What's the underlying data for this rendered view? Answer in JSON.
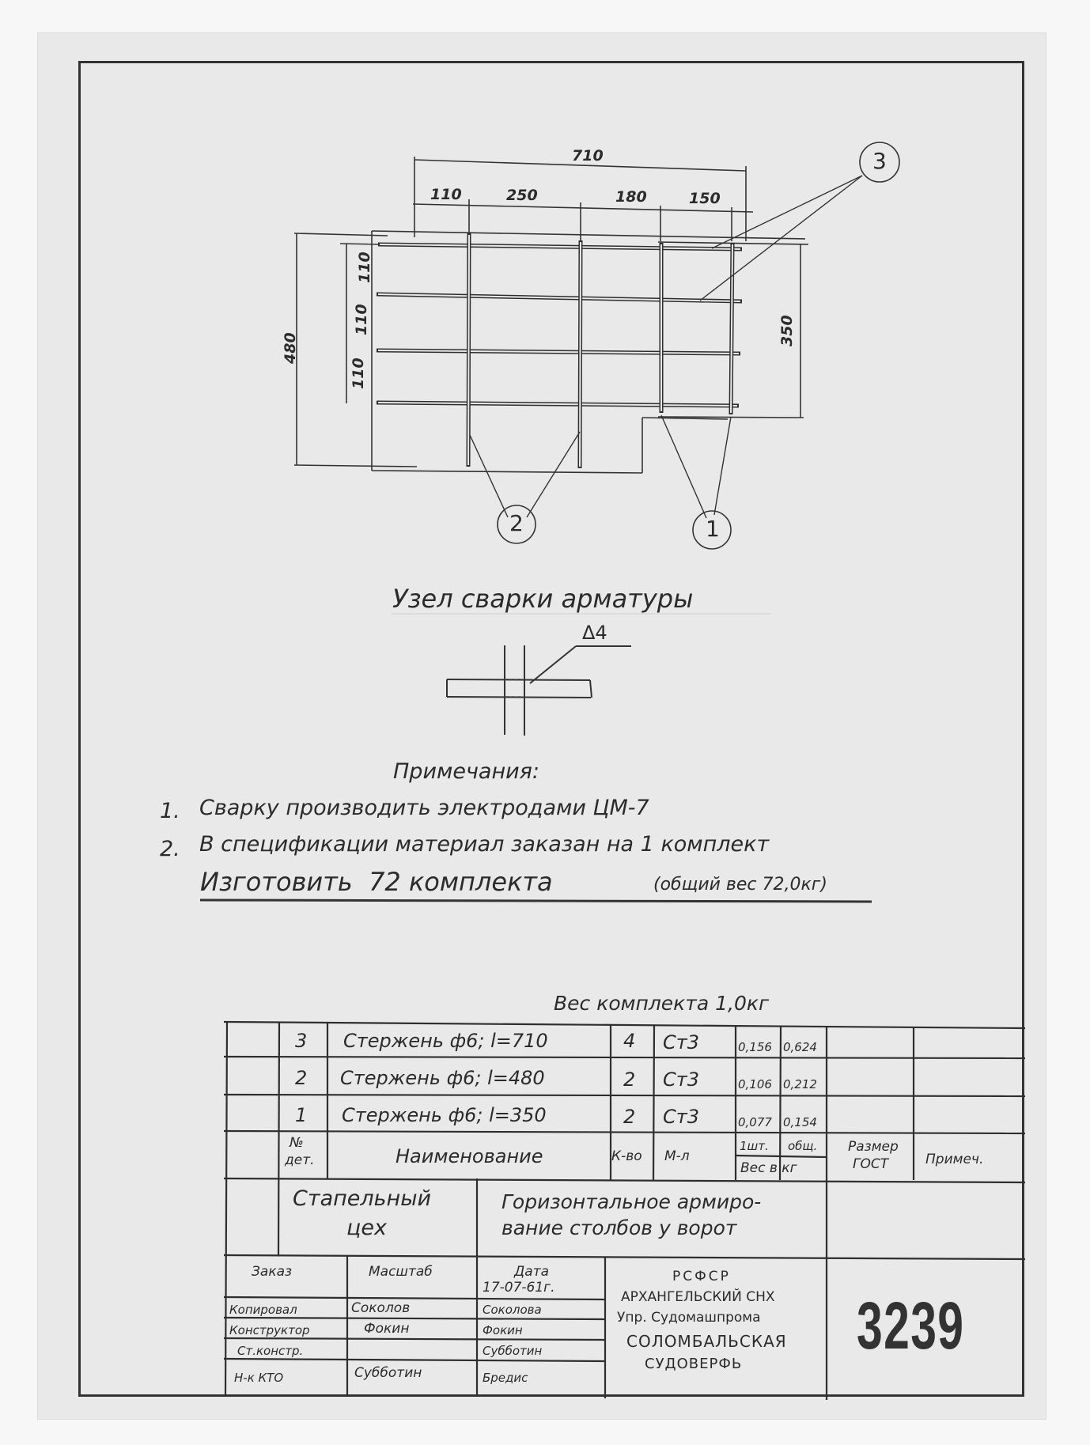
{
  "drawing": {
    "dimensions": {
      "overall_width": "710",
      "segments": [
        "110",
        "250",
        "180",
        "150"
      ],
      "overall_height": "480",
      "row_spacings": [
        "110",
        "110",
        "110"
      ],
      "right_height": "350"
    },
    "callouts": {
      "part_3": "3",
      "part_2": "2",
      "part_1": "1"
    }
  },
  "weld_detail": {
    "title": "Узел сварки арматуры",
    "weld_symbol": "Δ4"
  },
  "notes": {
    "heading": "Примечания:",
    "items": [
      {
        "num": "1.",
        "text": "Сварку производить электродами ЦМ-7"
      },
      {
        "num": "2.",
        "text": "В спецификации материал заказан на 1 комплект"
      }
    ],
    "emphasis": "Изготовить  72 комплекта",
    "emphasis_note": "(общий вес 72,0кг)"
  },
  "spec_table": {
    "set_weight": "Вес комплекта 1,0кг",
    "rows": [
      {
        "no": "3",
        "name": "Стержень ф6; l=710",
        "qty": "4",
        "material": "Ст3",
        "unit_w": "0,156",
        "total_w": "0,624",
        "size": "",
        "remark": ""
      },
      {
        "no": "2",
        "name": "Стержень ф6; l=480",
        "qty": "2",
        "material": "Ст3",
        "unit_w": "0,106",
        "total_w": "0,212",
        "size": "",
        "remark": ""
      },
      {
        "no": "1",
        "name": "Стержень ф6; l=350",
        "qty": "2",
        "material": "Ст3",
        "unit_w": "0,077",
        "total_w": "0,154",
        "size": "",
        "remark": ""
      }
    ],
    "headers": {
      "no_top": "№",
      "no_bottom": "дет.",
      "name": "Наименование",
      "qty": "К-во",
      "material": "М-л",
      "unit": "1шт.",
      "total": "общ.",
      "weight": "Вес в кг",
      "size_top": "Размер",
      "size_bottom": "ГОСТ",
      "remark": "Примеч."
    }
  },
  "title_block": {
    "shop_line1": "Стапельный",
    "shop_line2": "цех",
    "title_line1": "Горизонтальное армиро-",
    "title_line2": "вание столбов у ворот",
    "order_label": "Заказ",
    "scale_label": "Масштаб",
    "date_label": "Дата",
    "date_value": "17-07-61г.",
    "roles": [
      {
        "role": "Копировал",
        "signature": "Соколов",
        "name": "Соколова"
      },
      {
        "role": "Конструктор",
        "signature": "Фокин",
        "name": "Фокин"
      },
      {
        "role": "Ст.констр.",
        "signature": "",
        "name": "Субботин"
      },
      {
        "role": "Н-к КТО",
        "signature": "Субботин",
        "name": "Бредис"
      }
    ],
    "org": [
      "РСФСР",
      "АРХАНГЕЛЬСКИЙ СНХ",
      "Упр. Судомашпрома",
      "СОЛОМБАЛЬСКАЯ",
      "СУДОВЕРФЬ"
    ],
    "drawing_number": "3239"
  }
}
